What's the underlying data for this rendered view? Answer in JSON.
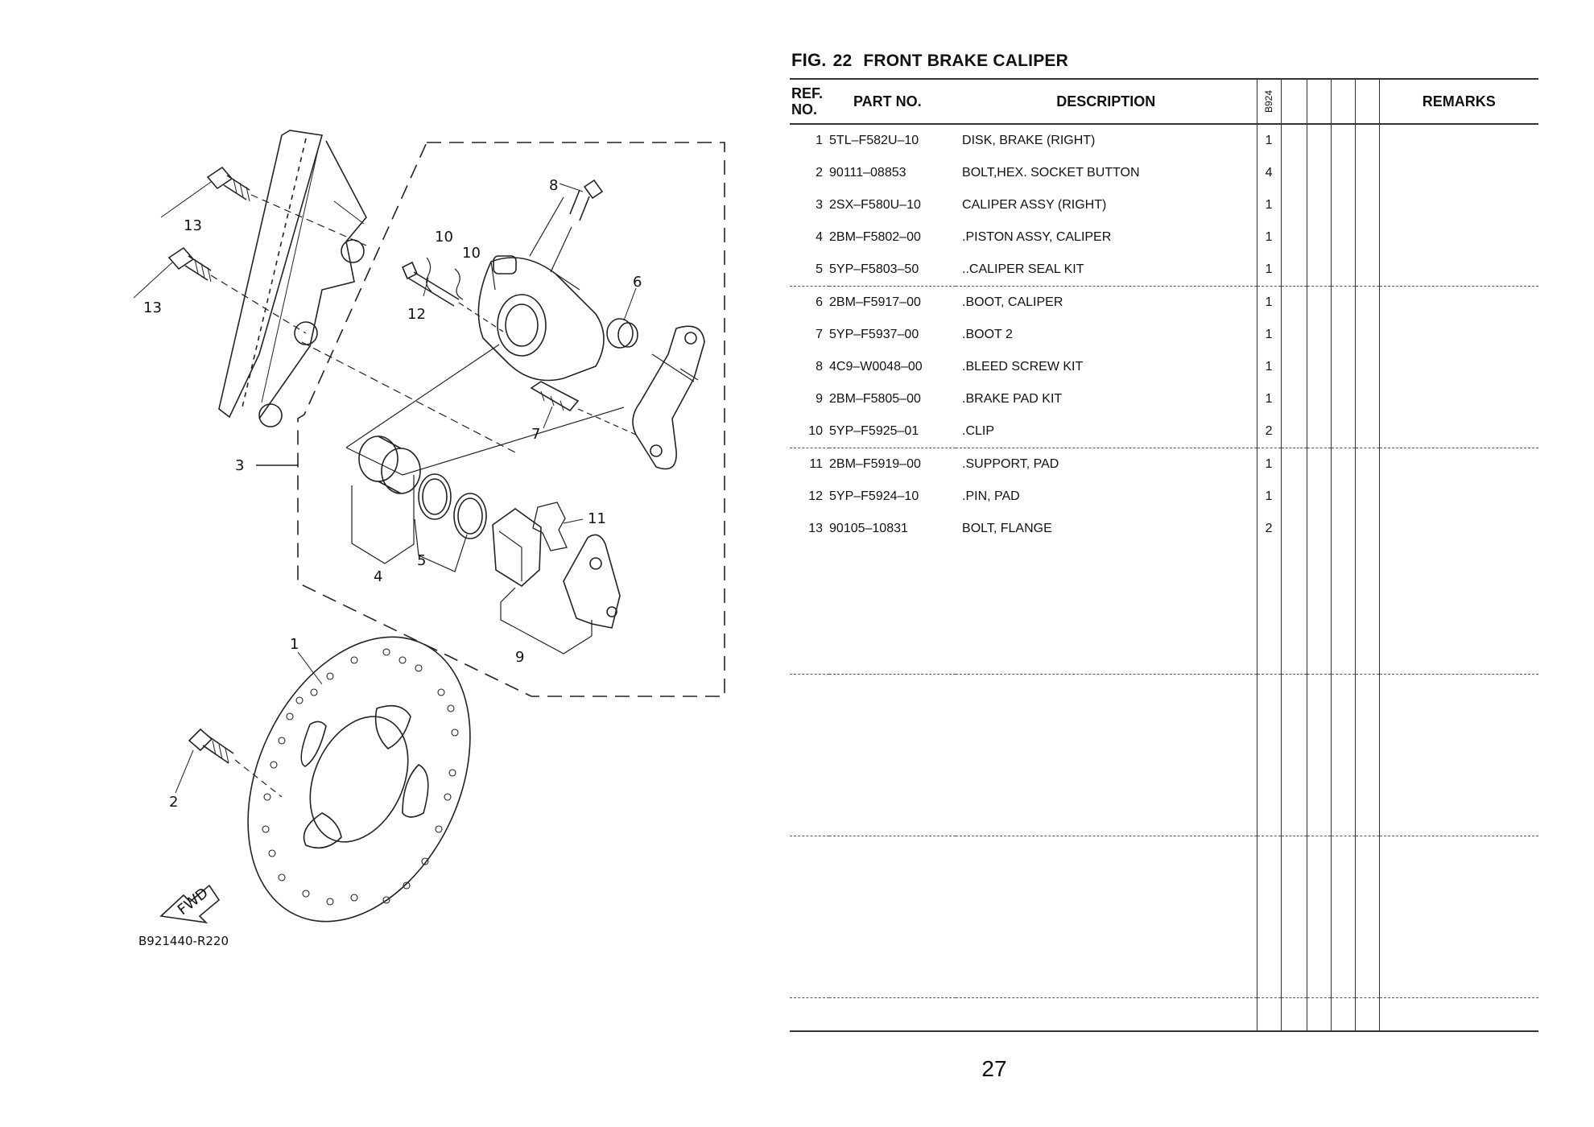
{
  "figure": {
    "label": "FIG.",
    "number": "22",
    "title": "FRONT BRAKE CALIPER",
    "diagram_code": "B921440-R220",
    "fwd_label": "FWD",
    "callouts": [
      "1",
      "2",
      "3",
      "4",
      "5",
      "6",
      "7",
      "8",
      "9",
      "10",
      "10",
      "11",
      "12",
      "13",
      "13"
    ]
  },
  "table": {
    "headers": {
      "ref": "REF.",
      "ref2": "NO.",
      "part_no": "PART NO.",
      "description": "DESCRIPTION",
      "model_code": "B924",
      "remarks": "REMARKS"
    },
    "rows": [
      {
        "ref": "1",
        "part_no": "5TL–F582U–10",
        "description": "DISK, BRAKE (RIGHT)",
        "qty": "1"
      },
      {
        "ref": "2",
        "part_no": "90111–08853",
        "description": "BOLT,HEX. SOCKET BUTTON",
        "qty": "4"
      },
      {
        "ref": "3",
        "part_no": "2SX–F580U–10",
        "description": "CALIPER ASSY (RIGHT)",
        "qty": "1"
      },
      {
        "ref": "4",
        "part_no": "2BM–F5802–00",
        "description": ".PISTON ASSY, CALIPER",
        "qty": "1"
      },
      {
        "ref": "5",
        "part_no": "5YP–F5803–50",
        "description": "..CALIPER SEAL KIT",
        "qty": "1"
      },
      {
        "ref": "6",
        "part_no": "2BM–F5917–00",
        "description": ".BOOT, CALIPER",
        "qty": "1"
      },
      {
        "ref": "7",
        "part_no": "5YP–F5937–00",
        "description": ".BOOT 2",
        "qty": "1"
      },
      {
        "ref": "8",
        "part_no": "4C9–W0048–00",
        "description": ".BLEED SCREW KIT",
        "qty": "1"
      },
      {
        "ref": "9",
        "part_no": "2BM–F5805–00",
        "description": ".BRAKE PAD KIT",
        "qty": "1"
      },
      {
        "ref": "10",
        "part_no": "5YP–F5925–01",
        "description": ".CLIP",
        "qty": "2"
      },
      {
        "ref": "11",
        "part_no": "2BM–F5919–00",
        "description": ".SUPPORT, PAD",
        "qty": "1"
      },
      {
        "ref": "12",
        "part_no": "5YP–F5924–10",
        "description": ".PIN, PAD",
        "qty": "1"
      },
      {
        "ref": "13",
        "part_no": "90105–10831",
        "description": "BOLT, FLANGE",
        "qty": "2"
      }
    ]
  },
  "page_number": "27"
}
